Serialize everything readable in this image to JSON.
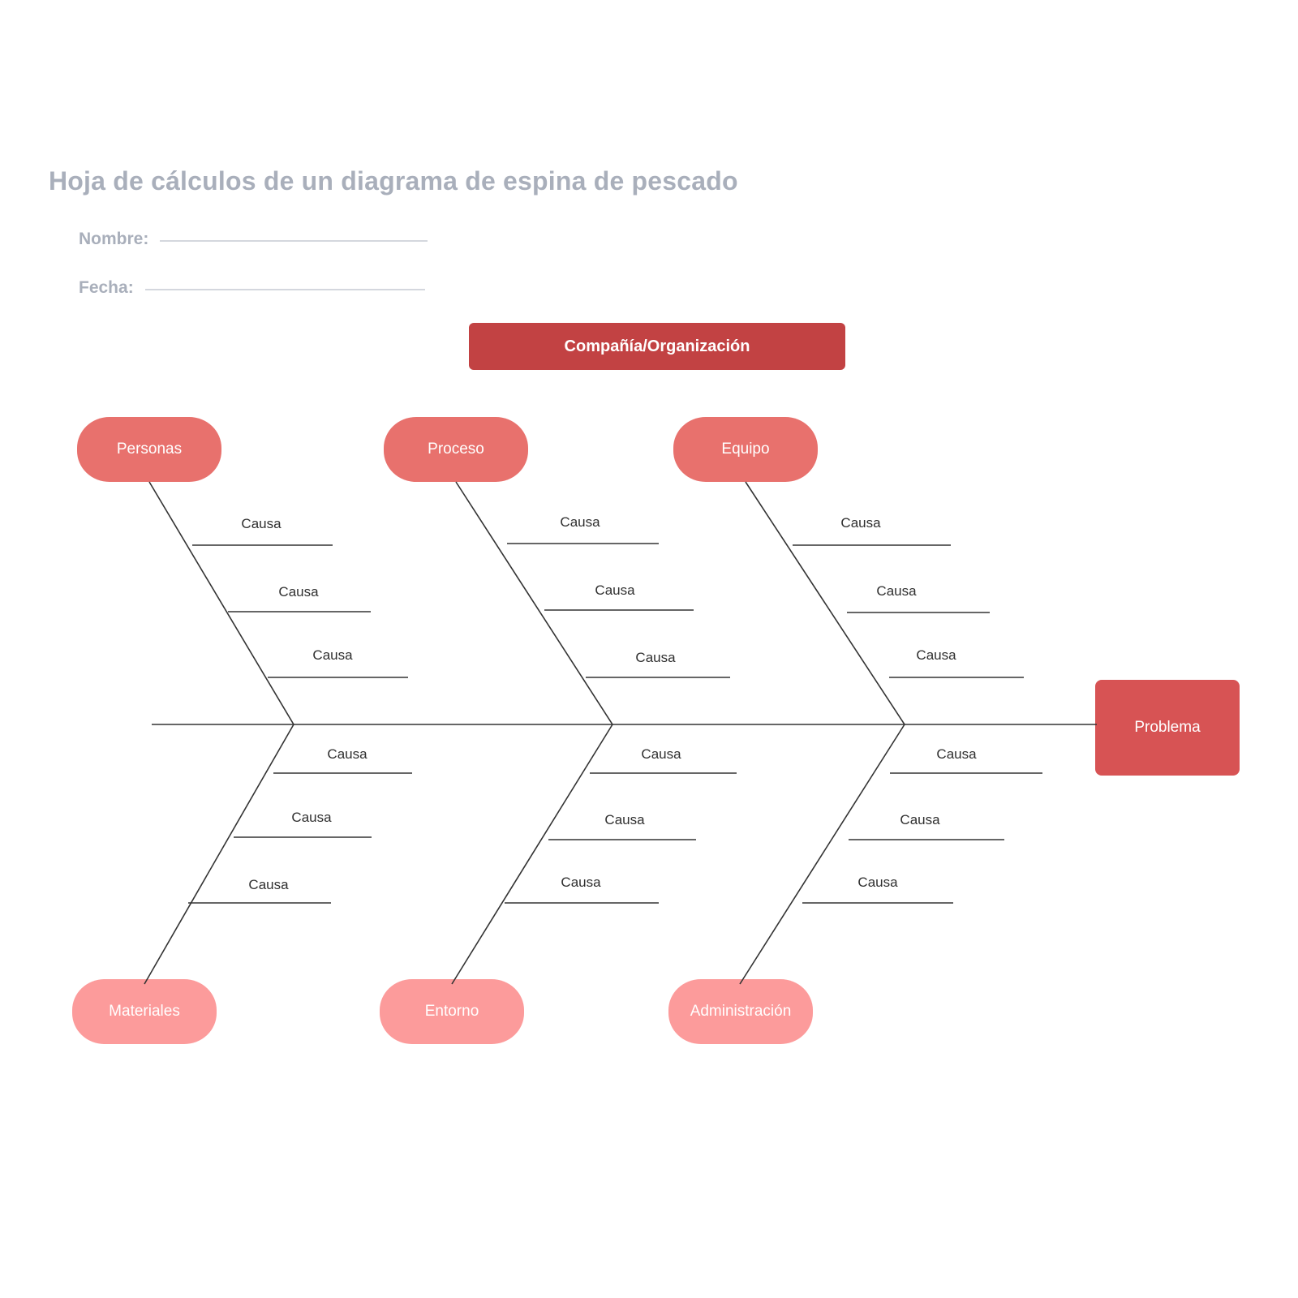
{
  "document": {
    "title": "Hoja de cálculos de un diagrama de espina de pescado",
    "fields": [
      {
        "label": "Nombre:",
        "value": ""
      },
      {
        "label": "Fecha:",
        "value": ""
      }
    ]
  },
  "diagram": {
    "type": "fishbone",
    "header_box": {
      "label": "Compañía/Organización",
      "color": "#c24243"
    },
    "effect_box": {
      "label": "Problema",
      "color": "#d75354"
    },
    "spine": {
      "color": "#333333"
    },
    "categories_top": [
      {
        "label": "Personas",
        "color": "#e8716d"
      },
      {
        "label": "Proceso",
        "color": "#e8716d"
      },
      {
        "label": "Equipo",
        "color": "#e8716d"
      }
    ],
    "categories_bottom": [
      {
        "label": "Materiales",
        "color": "#fc9b9b"
      },
      {
        "label": "Entorno",
        "color": "#fc9b9b"
      },
      {
        "label": "Administración",
        "color": "#fc9b9b"
      }
    ],
    "cause_label": "Causa",
    "causes_per_category": 3,
    "causes": {
      "personas": [
        "Causa",
        "Causa",
        "Causa"
      ],
      "proceso": [
        "Causa",
        "Causa",
        "Causa"
      ],
      "equipo": [
        "Causa",
        "Causa",
        "Causa"
      ],
      "materiales": [
        "Causa",
        "Causa",
        "Causa"
      ],
      "entorno": [
        "Causa",
        "Causa",
        "Causa"
      ],
      "administracion": [
        "Causa",
        "Causa",
        "Causa"
      ]
    }
  },
  "colors": {
    "title": "#a9afbb",
    "label": "#a9afbb",
    "rule": "#d4d7de",
    "accent_dark": "#c24243",
    "accent_mid": "#d75354",
    "accent_top_pill": "#e8716d",
    "accent_bottom_pill": "#fc9b9b",
    "line": "#333333",
    "text": "#2f2f2f",
    "background": "#ffffff"
  }
}
